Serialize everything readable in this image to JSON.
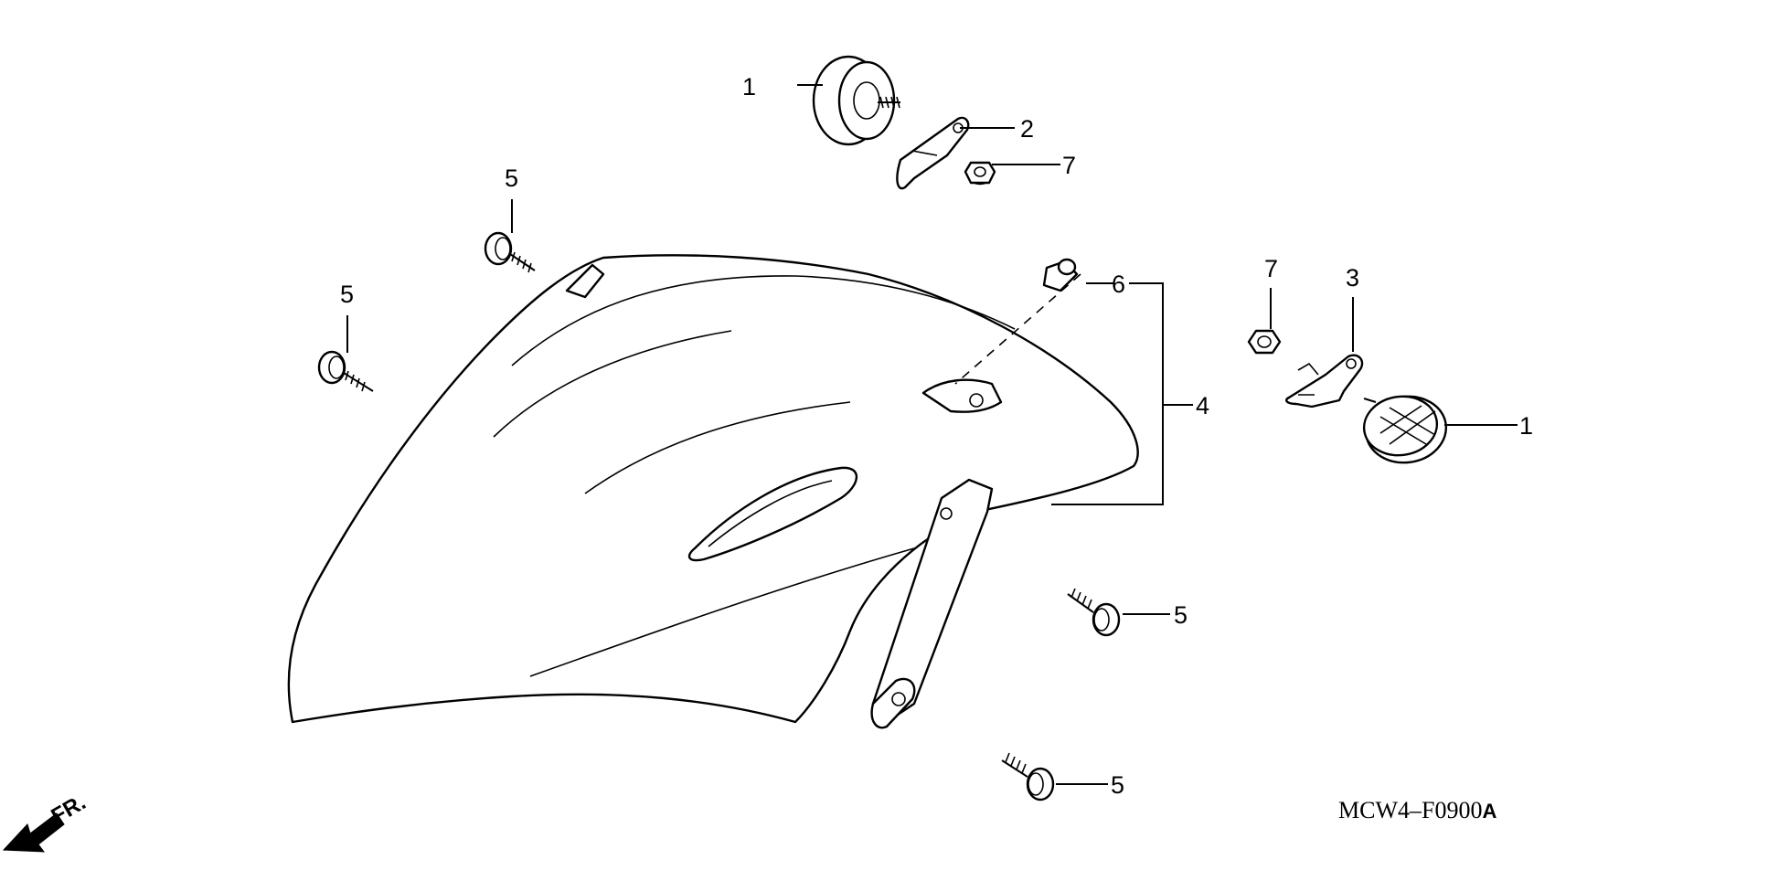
{
  "diagram": {
    "drawing_code": "MCW4–F0900",
    "drawing_suffix": "A",
    "direction_label": "FR.",
    "callouts": {
      "reflector_top": "1",
      "reflector_right": "1",
      "stay_left": "2",
      "stay_right": "3",
      "fender_assembly": "4",
      "bolt_top": "5",
      "bolt_left": "5",
      "bolt_lower_mid": "5",
      "bolt_bottom": "5",
      "clip_nut": "6",
      "nut_top": "7",
      "nut_right": "7"
    }
  }
}
